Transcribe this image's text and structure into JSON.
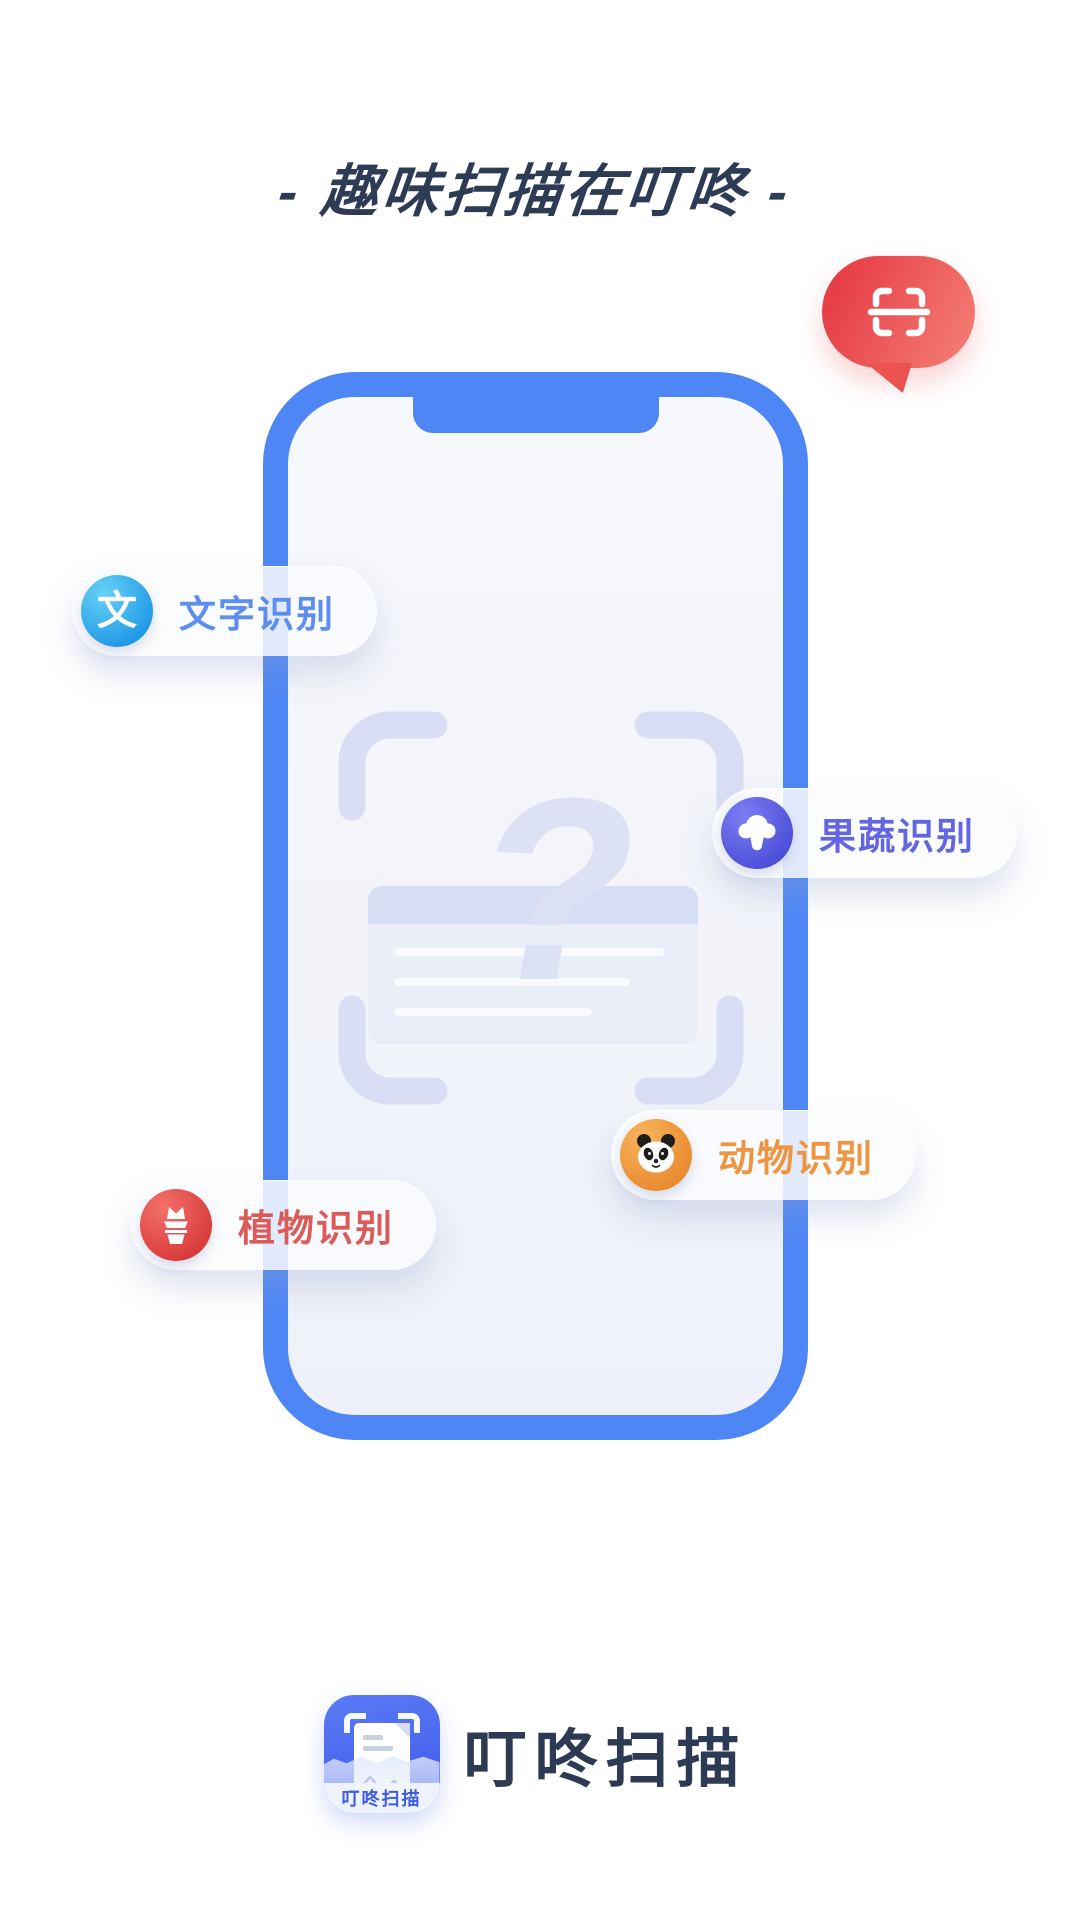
{
  "title": {
    "text": "- 趣味扫描在叮咚 -",
    "color": "#2e3b54"
  },
  "scan_bubble": {
    "icon": "scan-frame-icon",
    "color_start": "#e73f48",
    "color_end": "#f37d74"
  },
  "phone": {
    "frame_color": "#4e86f5",
    "screen_color": "#f3f5fb",
    "scan_frame_color": "#d9def4",
    "question_mark": "?"
  },
  "badges": [
    {
      "label": "文字识别",
      "label_color": "#5b8ef0",
      "icon": "text-character-icon",
      "icon_char": "文",
      "icon_bg_start": "#66d2f6",
      "icon_bg_end": "#1f97e6"
    },
    {
      "label": "果蔬识别",
      "label_color": "#6366e2",
      "icon": "broccoli-icon",
      "icon_bg_start": "#7b7ef2",
      "icon_bg_end": "#4b4dd8"
    },
    {
      "label": "动物识别",
      "label_color": "#ef9440",
      "icon": "panda-icon",
      "icon_bg_start": "#f8b45c",
      "icon_bg_end": "#e88a2f"
    },
    {
      "label": "植物识别",
      "label_color": "#dc5b58",
      "icon": "potted-plant-icon",
      "icon_bg_start": "#f4706a",
      "icon_bg_end": "#d73a38"
    }
  ],
  "footer": {
    "app_name": "叮咚扫描",
    "app_name_color": "#2d3a54",
    "icon_label": "叮咚扫描",
    "icon_label_color": "#3c5be0"
  }
}
